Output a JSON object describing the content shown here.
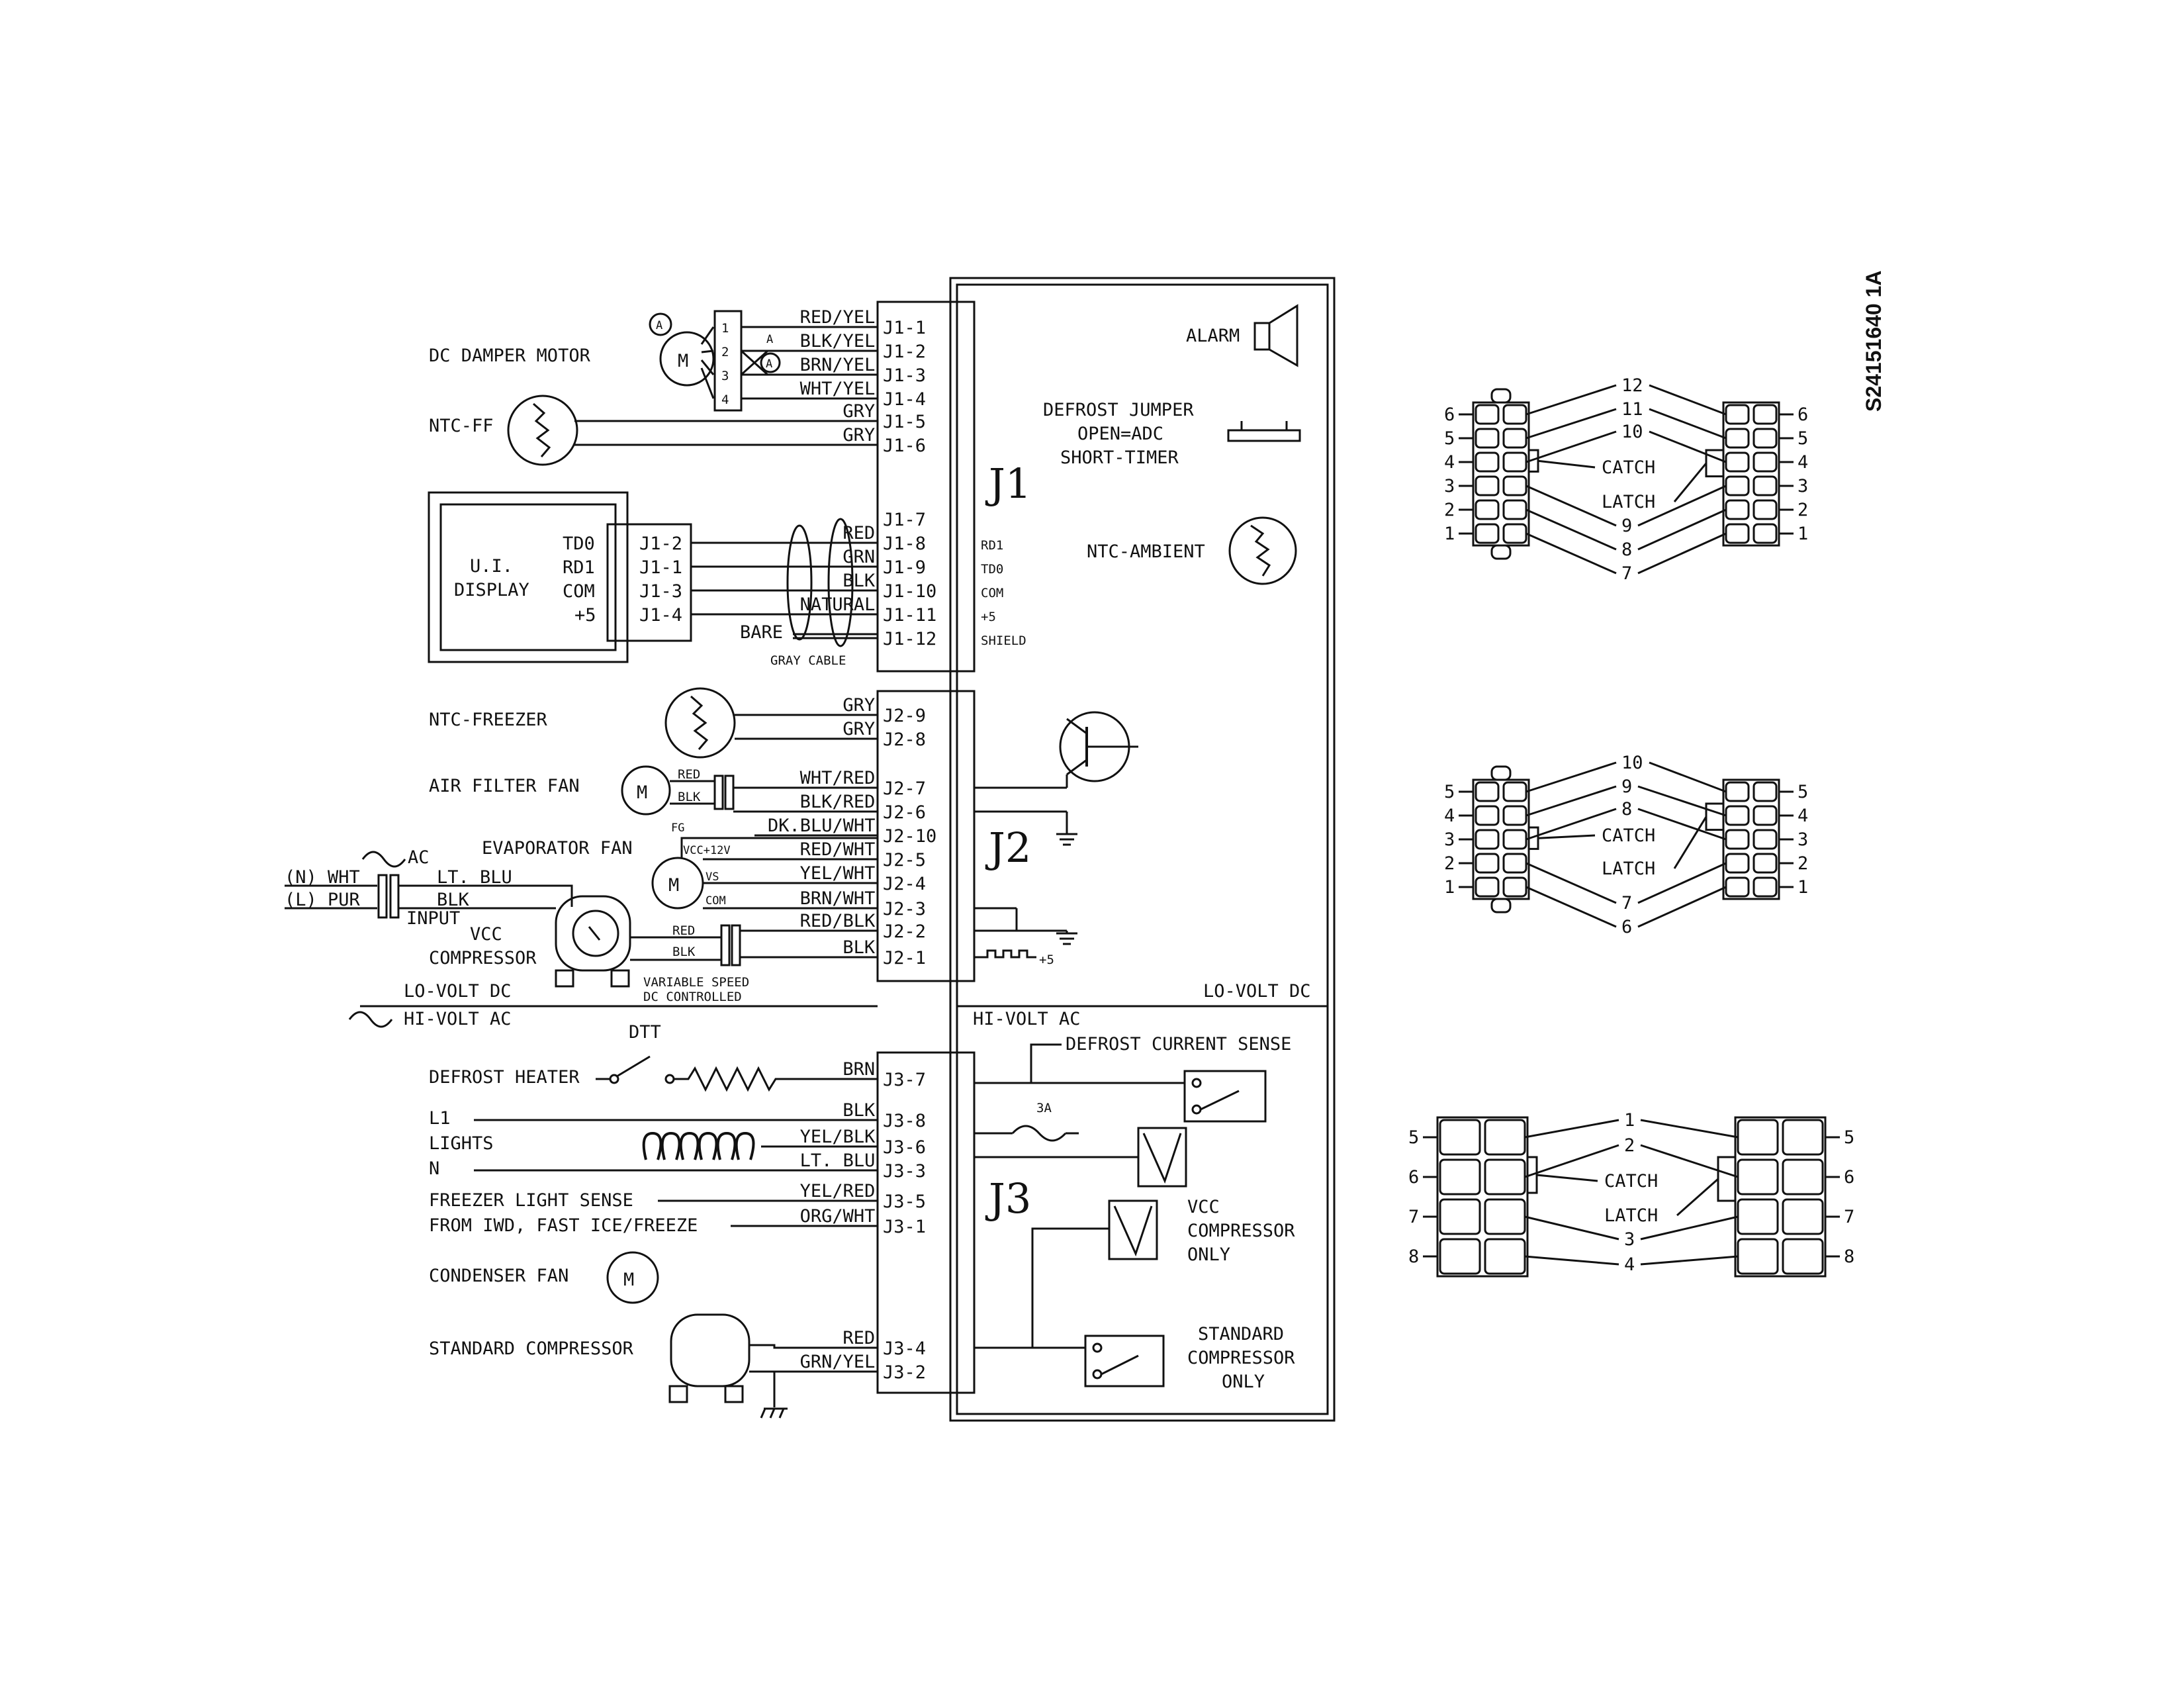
{
  "drawing_code": "S24151640 1A",
  "labels": {
    "dc_damper_motor": "DC DAMPER MOTOR",
    "ntc_ff": "NTC-FF",
    "ui": "U.I.",
    "display": "DISPLAY",
    "td0": "TD0",
    "rd1": "RD1",
    "com": "COM",
    "plus5": "+5",
    "ntc_freezer": "NTC-FREEZER",
    "air_filter_fan": "AIR FILTER FAN",
    "ac": "AC",
    "evaporator_fan": "EVAPORATOR FAN",
    "n_wht": "(N) WHT",
    "l_pur": "(L) PUR",
    "input": "INPUT",
    "vcc": "VCC",
    "compressor": "COMPRESSOR",
    "variable_speed": "VARIABLE SPEED",
    "dc_controlled": "DC CONTROLLED",
    "lo_volt_dc": "LO-VOLT DC",
    "hi_volt_ac": "HI-VOLT AC",
    "dtt": "DTT",
    "defrost_heater": "DEFROST HEATER",
    "l1": "L1",
    "lights": "LIGHTS",
    "n": "N",
    "freezer_light_sense": "FREEZER LIGHT SENSE",
    "from_iwd": "FROM IWD, FAST ICE/FREEZE",
    "condenser_fan": "CONDENSER FAN",
    "standard_compressor": "STANDARD COMPRESSOR",
    "gray_cable": "GRAY CABLE",
    "bare": "BARE",
    "alarm": "ALARM",
    "defrost_jumper": "DEFROST JUMPER",
    "open_adc": "OPEN=ADC",
    "short_timer": "SHORT-TIMER",
    "ntc_ambient": "NTC-AMBIENT",
    "rd1_small": "RD1",
    "td0_small": "TD0",
    "com_small": "COM",
    "plus5_small": "+5",
    "shield": "SHIELD",
    "board_lo_volt_dc": "LO-VOLT DC",
    "board_hi_volt_ac": "HI-VOLT AC",
    "defrost_current_sense": "DEFROST CURRENT SENSE",
    "fuse_3a": "3A",
    "vcc_compressor_only_1": "VCC",
    "vcc_compressor_only_2": "COMPRESSOR",
    "vcc_compressor_only_3": "ONLY",
    "std_comp_only_1": "STANDARD",
    "std_comp_only_2": "COMPRESSOR",
    "std_comp_only_3": "ONLY",
    "j1": "J1",
    "j2": "J2",
    "j3": "J3",
    "motor": "M",
    "fg": "FG",
    "vcc12v": "VCC+12V",
    "vs": "VS",
    "com_vs": "COM",
    "dc_plus5": "+5",
    "a_mark": "A",
    "a_circle": "A"
  },
  "wires": [
    {
      "color": "RED/YEL",
      "pin": "J1-1"
    },
    {
      "color": "BLK/YEL",
      "pin": "J1-2"
    },
    {
      "color": "BRN/YEL",
      "pin": "J1-3"
    },
    {
      "color": "WHT/YEL",
      "pin": "J1-4"
    },
    {
      "color": "GRY",
      "pin": "J1-5"
    },
    {
      "color": "GRY",
      "pin": "J1-6"
    },
    {
      "color": "",
      "pin": "J1-7"
    },
    {
      "color": "RED",
      "pin": "J1-8"
    },
    {
      "color": "GRN",
      "pin": "J1-9"
    },
    {
      "color": "BLK",
      "pin": "J1-10"
    },
    {
      "color": "NATURAL",
      "pin": "J1-11"
    },
    {
      "color": "",
      "pin": "J1-12"
    },
    {
      "color": "GRY",
      "pin": "J2-9"
    },
    {
      "color": "GRY",
      "pin": "J2-8"
    },
    {
      "color": "WHT/RED",
      "pin": "J2-7"
    },
    {
      "color": "BLK/RED",
      "pin": "J2-6"
    },
    {
      "color": "DK.BLU/WHT",
      "pin": "J2-10"
    },
    {
      "color": "RED/WHT",
      "pin": "J2-5"
    },
    {
      "color": "YEL/WHT",
      "pin": "J2-4"
    },
    {
      "color": "BRN/WHT",
      "pin": "J2-3"
    },
    {
      "color": "RED/BLK",
      "pin": "J2-2"
    },
    {
      "color": "BLK",
      "pin": "J2-1"
    },
    {
      "color": "BRN",
      "pin": "J3-7"
    },
    {
      "color": "BLK",
      "pin": "J3-8"
    },
    {
      "color": "YEL/BLK",
      "pin": "J3-6"
    },
    {
      "color": "LT. BLU",
      "pin": "J3-3"
    },
    {
      "color": "YEL/RED",
      "pin": "J3-5"
    },
    {
      "color": "ORG/WHT",
      "pin": "J3-1"
    },
    {
      "color": "RED",
      "pin": "J3-4"
    },
    {
      "color": "GRN/YEL",
      "pin": "J3-2"
    }
  ],
  "ui_pins": [
    "J1-2",
    "J1-1",
    "J1-3",
    "J1-4"
  ],
  "damper_pins": [
    "1",
    "2",
    "3",
    "4"
  ],
  "evap_wires": {
    "red": "RED",
    "blk": "BLK",
    "lt_blu": "LT. BLU",
    "blk2": "BLK"
  },
  "air_filter_wires": {
    "red": "RED",
    "blk": "BLK"
  },
  "compressor_wires": {
    "red": "RED",
    "blk": "BLK"
  },
  "connectors": {
    "c1": {
      "left_numbers": [
        "6",
        "5",
        "4",
        "3",
        "2",
        "1"
      ],
      "mid_numbers": [
        "12",
        "11",
        "10",
        "9",
        "8",
        "7"
      ],
      "right_numbers": [
        "6",
        "5",
        "4",
        "3",
        "2",
        "1"
      ],
      "catch": "CATCH",
      "latch": "LATCH"
    },
    "c2": {
      "left_numbers": [
        "5",
        "4",
        "3",
        "2",
        "1"
      ],
      "mid_numbers": [
        "10",
        "9",
        "8",
        "7",
        "6"
      ],
      "right_numbers": [
        "5",
        "4",
        "3",
        "2",
        "1"
      ],
      "catch": "CATCH",
      "latch": "LATCH"
    },
    "c3": {
      "left_numbers": [
        "5",
        "6",
        "7",
        "8"
      ],
      "mid_numbers": [
        "1",
        "2",
        "3",
        "4"
      ],
      "right_numbers": [
        "5",
        "6",
        "7",
        "8"
      ],
      "catch": "CATCH",
      "latch": "LATCH"
    }
  }
}
